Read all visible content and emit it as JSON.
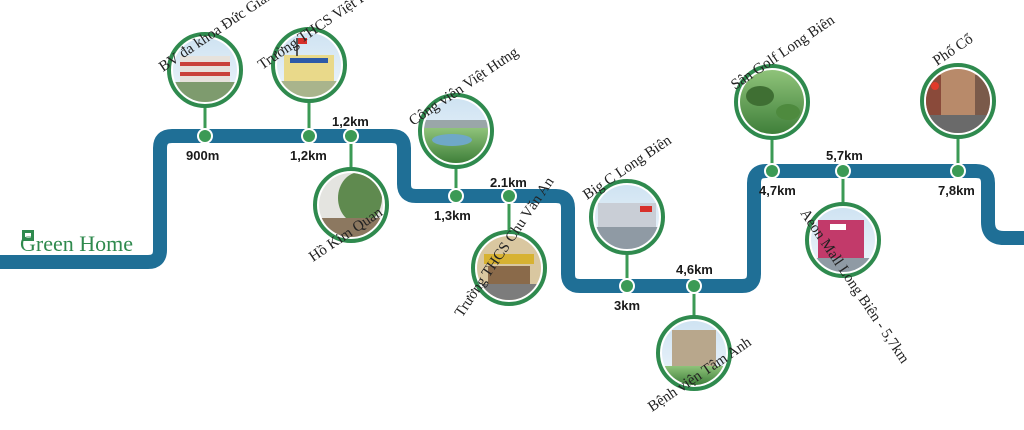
{
  "brand": {
    "logo_text": "Green Home"
  },
  "colors": {
    "route": "#1f6f96",
    "accent": "#3b9a55",
    "ring": "#2f8a4e"
  },
  "stops": [
    {
      "label": "BV đa khoa Đức Giang",
      "distance": "900m",
      "icon": "hospital-photo"
    },
    {
      "label": "Trường THCS Việt Hưng",
      "distance": "1,2km",
      "icon": "school-photo"
    },
    {
      "label": "Hồ Kim Quan",
      "distance": "1,2km",
      "icon": "lake-photo"
    },
    {
      "label": "Công viên Việt Hưng",
      "distance": "1,3km",
      "icon": "park-photo"
    },
    {
      "label": "Trường THCS Chu Văn An",
      "distance": "2.1km",
      "icon": "school-photo"
    },
    {
      "label": "Big C Long Biên",
      "distance": "3km",
      "icon": "mall-photo"
    },
    {
      "label": "Bệnh viện Tâm Anh",
      "distance": "4,6km",
      "icon": "hospital-photo"
    },
    {
      "label": "Sân Golf Long Biên",
      "distance": "4,7km",
      "icon": "golf-photo"
    },
    {
      "label": "Aeon Mall Long Biên - 5,7km",
      "distance": "5,7km",
      "icon": "mall-photo"
    },
    {
      "label": "Phố Cổ",
      "distance": "7,8km",
      "icon": "street-photo"
    }
  ]
}
